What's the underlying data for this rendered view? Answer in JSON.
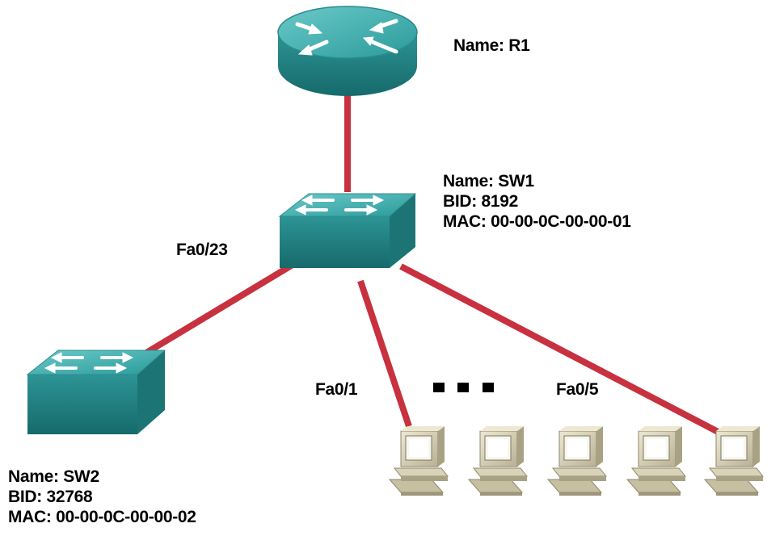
{
  "router": {
    "name": "Name: R1"
  },
  "sw1": {
    "name": "Name: SW1",
    "bid": "BID: 8192",
    "mac": "MAC: 00-00-0C-00-00-01"
  },
  "sw2": {
    "name": "Name: SW2",
    "bid": "BID: 32768",
    "mac": "MAC: 00-00-0C-00-00-02"
  },
  "ports": {
    "fa023": "Fa0/23",
    "fa01": "Fa0/1",
    "fa05": "Fa0/5"
  },
  "colors": {
    "link": "#c8313f",
    "device_top": "#3fb1b1",
    "device_side": "#1f7f80",
    "pc_body": "#d9d3b8",
    "pc_shadow": "#a9a184"
  },
  "icons": {
    "router": "router-icon",
    "switch": "switch-icon",
    "pc": "pc-icon",
    "ellipsis": "ellipsis-dots"
  }
}
